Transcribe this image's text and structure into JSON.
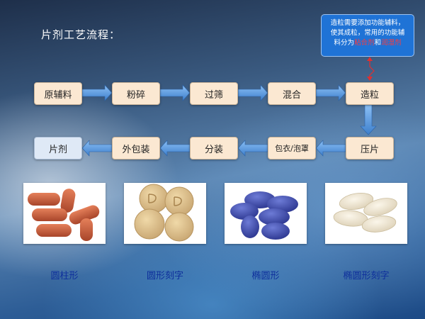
{
  "title": "片剂工艺流程：",
  "note": {
    "line1": "造粒需要添加功能辅料，",
    "line2": "使其成粒，常用的功能辅",
    "line3_prefix": "料分为",
    "binder": "粘合剂",
    "conjunction": "和",
    "wetting_agent": "润湿剂"
  },
  "process": {
    "row1": [
      "原辅料",
      "粉碎",
      "过筛",
      "混合",
      "造粒"
    ],
    "row2": [
      "压片",
      "包衣/泡罩",
      "分装",
      "外包装",
      "片剂"
    ]
  },
  "tablets": [
    {
      "caption": "圆柱形",
      "icon": "cylindrical-tablets"
    },
    {
      "caption": "圆形刻字",
      "icon": "round-engraved-tablets"
    },
    {
      "caption": "椭圆形",
      "icon": "oval-tablets"
    },
    {
      "caption": "椭圆形刻字",
      "icon": "oval-engraved-tablets"
    }
  ],
  "colors": {
    "step_box": "#fbe8d2",
    "final_box": "#dfe9f6",
    "arrow": "#4f8fd9",
    "note_bg": "#1f73d6",
    "note_highlight": "#ff3b3b",
    "caption": "#0e2f9c"
  }
}
